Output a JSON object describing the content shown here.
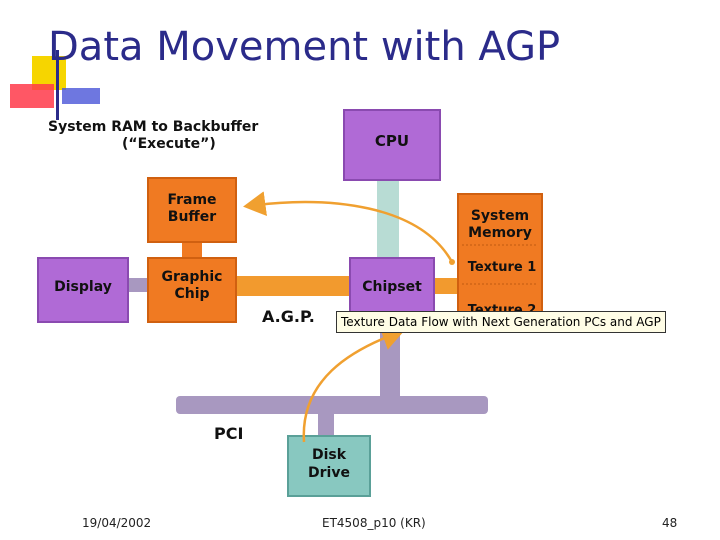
{
  "slide": {
    "title": "Data Movement with AGP",
    "footer_date": "19/04/2002",
    "footer_center": "ET4508_p10 (KR)",
    "page_number": "48"
  },
  "diagram": {
    "caption_line1": "System RAM to Backbuffer",
    "caption_line2": "(“Execute”)",
    "cpu": "CPU",
    "frame_buffer_line1": "Frame",
    "frame_buffer_line2": "Buffer",
    "system_memory_line1": "System",
    "system_memory_line2": "Memory",
    "texture1": "Texture 1",
    "texture2": "Texture 2",
    "display": "Display",
    "graphic_chip_line1": "Graphic",
    "graphic_chip_line2": "Chip",
    "chipset": "Chipset",
    "agp_label": "A.G.P.",
    "pci_label": "PCI",
    "disk_line1": "Disk",
    "disk_line2": "Drive"
  },
  "tooltip": "Texture Data Flow with Next Generation PCs and AGP",
  "colors": {
    "title": "#2b2b8a",
    "purple_box": "#b06ad6",
    "orange_box": "#f07a22",
    "teal_box": "#88c8c0",
    "bus": "#a898c0",
    "connector_orange": "#f29a2e",
    "cpu_bus": "#b8dcd4"
  }
}
